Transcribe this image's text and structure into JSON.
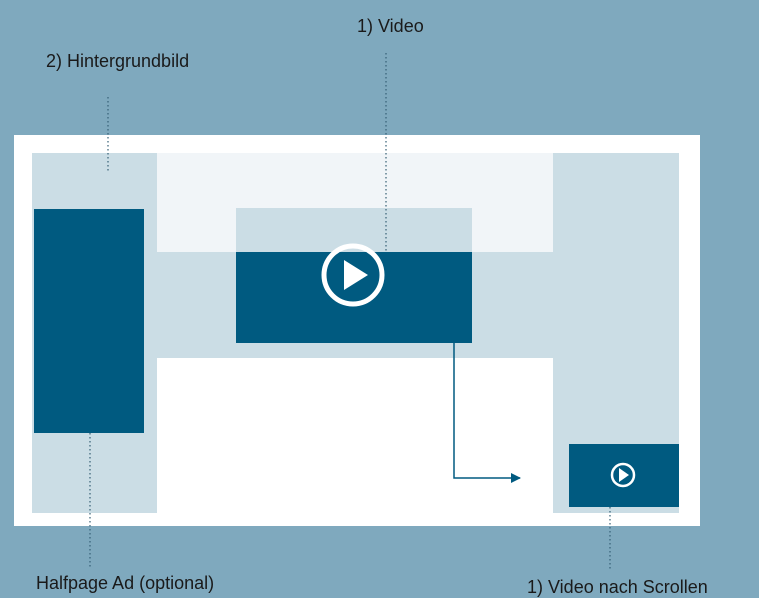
{
  "labels": {
    "video": "1) Video",
    "background_image": "2) Hintergrundbild",
    "halfpage_ad": "Halfpage Ad (optional)",
    "video_after_scroll": "1) Video nach Scrollen"
  },
  "colors": {
    "page_background": "#7fa9be",
    "frame": "#ffffff",
    "light_panel": "#cbdde5",
    "pale_panel": "#f1f5f8",
    "dark_block": "#005a80",
    "leader_line": "#355f74"
  },
  "icons": {
    "main_player": "play-icon",
    "mini_player": "play-icon"
  }
}
